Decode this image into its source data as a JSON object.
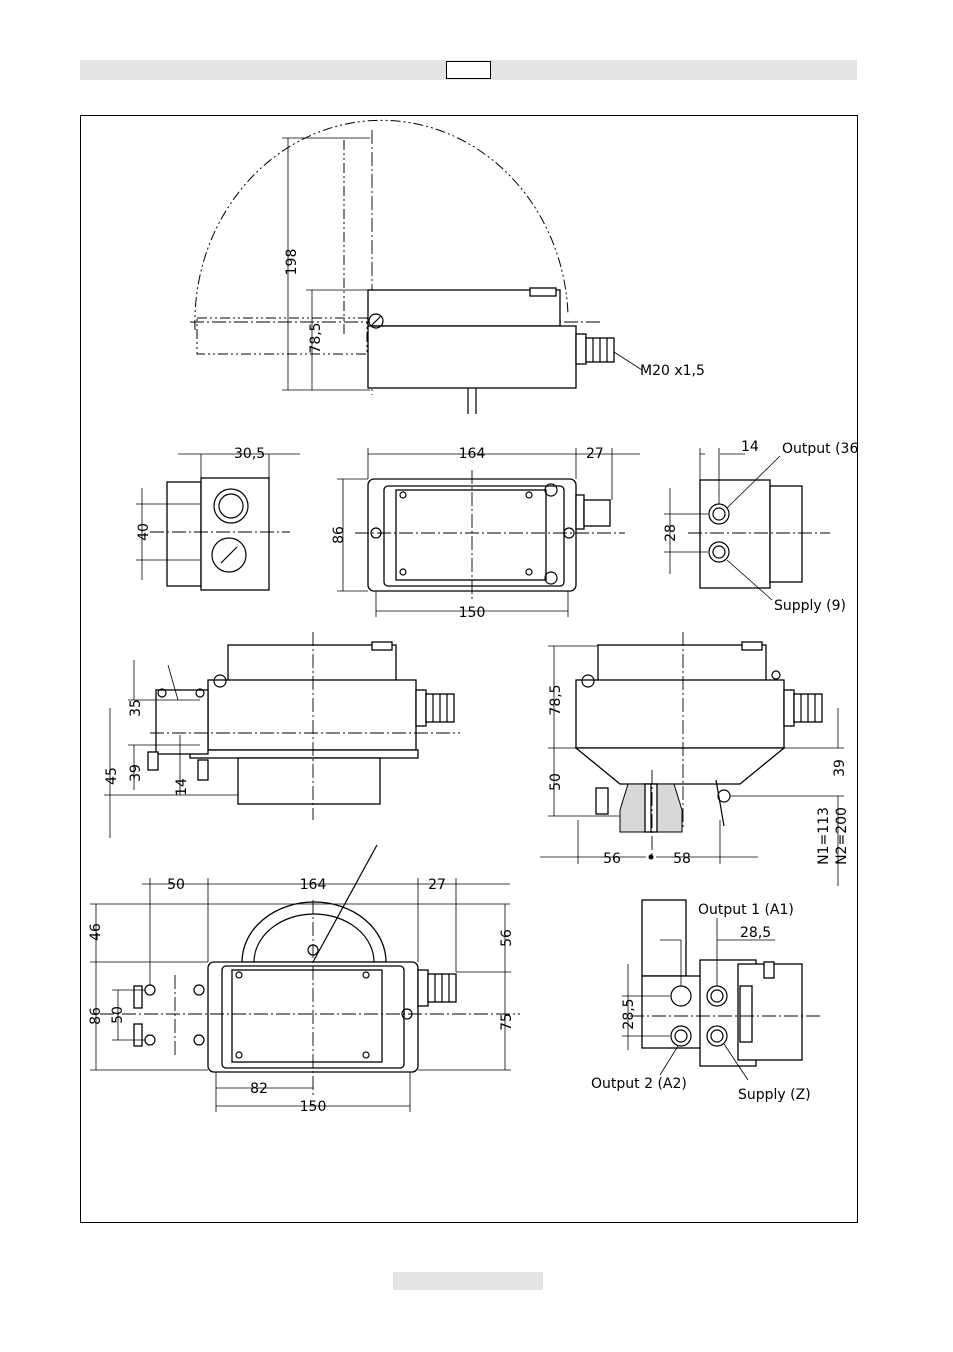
{
  "header": {
    "box_label": ""
  },
  "footer": {
    "label": ""
  },
  "drawing": {
    "top_view": {
      "dim_height_total": "198",
      "dim_height_body": "78,5",
      "thread_label": "M20 x1,5"
    },
    "side_view_left": {
      "dim_width": "30,5",
      "dim_height": "40"
    },
    "front_view": {
      "dim_width_top": "164",
      "dim_offset": "27",
      "dim_height": "86",
      "dim_width_bottom": "150"
    },
    "side_view_right": {
      "dim_offset": "14",
      "dim_spacing": "28",
      "output_label": "Output (36",
      "supply_label": "Supply (9)"
    },
    "mount_view_left": {
      "dim_a": "35",
      "dim_b": "39",
      "dim_c": "45",
      "dim_d": "14"
    },
    "mount_view_right": {
      "dim_body": "78,5",
      "dim_lower": "50",
      "dim_side": "39",
      "dim_left": "56",
      "dim_right": "58",
      "note_n1": "N1=113",
      "note_n2": "N2=200"
    },
    "bottom_view": {
      "dim_left": "50",
      "dim_top": "164",
      "dim_offset": "27",
      "dim_h_top": "46",
      "dim_h_right": "56",
      "dim_h_total": "86",
      "dim_h_inner": "50",
      "dim_h_lower": "75",
      "dim_inner_w": "82",
      "dim_bottom_w": "150"
    },
    "manifold_view": {
      "output1_label": "Output 1 (A1)",
      "output2_label": "Output 2 (A2)",
      "supply_label": "Supply (Z)",
      "dim_h": "28,5",
      "dim_v": "28,5"
    }
  }
}
